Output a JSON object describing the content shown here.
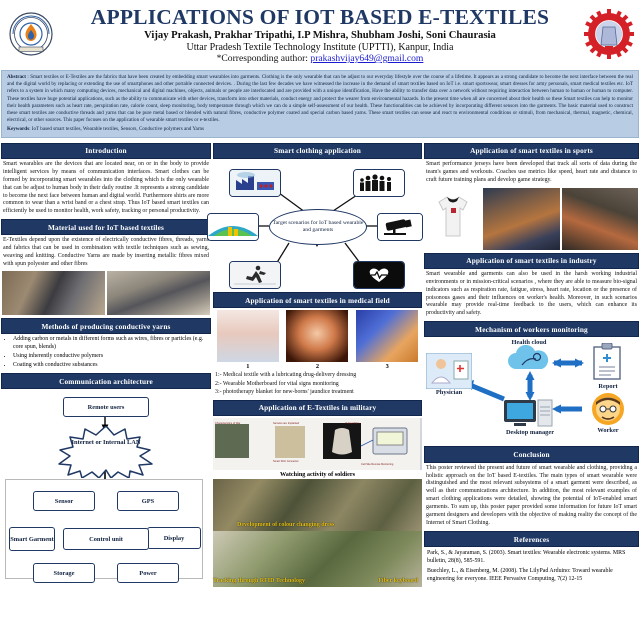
{
  "header": {
    "title": "APPLICATIONS OF IOT BASED E-TEXTILES",
    "authors": "Vijay Prakash, Prakhar Tripathi, I.P Mishra, Shubham Joshi, Soni Chaurasia",
    "affiliation": "Uttar Pradesh Textile Technology Institute (UPTTI), Kanpur, India",
    "corresponding_prefix": "*Corresponding author:",
    "corresponding_email": "prakashvijay649@gmail.com",
    "logo_left_name": "upti-flame-emblem-logo",
    "logo_right_name": "textile-gear-emblem-logo"
  },
  "abstract": {
    "label": "Abstract",
    "separator": " : ",
    "text": "Smart textiles or E-Textiles are the fabrics that have been created by embedding smart wearables into garments. Clothing is the only wearable that can be adjust to our everyday lifestyle over the course of a lifetime. It appears as a strong candidate to become the next interface between the real and the digital world by replacing or extending the use of smartphones and other portable connected devices. . During the last few decades we have witnessed the increase in the demand of smart textiles based on IoT i.e. smart sportswear, smart dresses for army personals, smart medical textiles etc. IoT refers to a system in which many computing devices, mechanical and digital machines, objects, animals or people are interlocated and are provided with a unique identification, Have the ability to transfer data over a network without requiring interaction between human to human or human to computer. These textiles have huge potential applications, such as the ability to communicate with other devices, transform into other materials, conduct energy and protect the wearer from environmental hazards. In the present time when all are concerned about their health so these Smart textiles can help to monitor their health parameters such as heart rate, perspiration rate, calorie count, sleep monitoring, body temperature through which we can do a simple self-assessment of our health. These functionalities can be achieved by incorporating different sensors into the garments. The basic material used to construct these smart textiles are conductive threads and yarns that can be pure metal based or blended with natural fibres, conductive polymer coated and special carbon based yarns. These smart textiles can sense and react to environmental conditions or stimuli, from mechanical, thermal, magnetic, chemical, electrical, or other sources. This paper focuses on the application of wearable smart textiles or e-textiles.",
    "keywords_label": "Keywords",
    "keywords": ": IoT based smart textiles, Wearable textiles, Sensors, Conductive polymers and Yarns"
  },
  "left_column": {
    "introduction": {
      "heading": "Introduction",
      "text": "Smart wearables are the devices that are located near, on or in the body to provide intelligent services by means of communication interfaces. Smart clothes can be formed by incorporating smart wearables into the clothing which is the only wearable that can be adjust to human body in their daily routine .It represents a strong candidate to become the next face between human and digital world. Furthermore shirts are more common to wear than a wrist band or a chest strap. Thus IoT based smart textiles can efficiently be used to monitor health, work safety, tracking or personal productivity."
    },
    "material": {
      "heading": "Material used  for IoT based textiles",
      "text": "E-Textiles depend upon the existence of electrically conductive fibres, threads, yarns and fabrics that can be used in combination with textile techniques such as sewing, weaving and knitting. Conductive Yarns are made by inserting  metallic fibres mixed with spun polyester and other fibres",
      "image1_name": "conductive-yarn-photo-1",
      "image2_name": "conductive-yarn-photo-2"
    },
    "methods": {
      "heading": "Methods of producing conductive yarns",
      "bullets": [
        "Adding carbon or metals in different forms such as wires, fibres or particles (e.g. core spun, blends)",
        "Using inherently conductive polymers",
        "Coating with conductive substances"
      ]
    },
    "architecture": {
      "heading": "Communication architecture",
      "remote_users": "Remote users",
      "network": "Internet or Internal LAN",
      "control_unit": "Control unit",
      "nodes": [
        "Sensor",
        "GPS",
        "Smart Garment",
        "Display",
        "Storage",
        "Power"
      ]
    }
  },
  "middle_column": {
    "smart_clothing": {
      "heading": "Smart clothing application",
      "center_label": "Target scenarios for IoT based wearable and garments",
      "icons": [
        {
          "name": "smart-factory-icon"
        },
        {
          "name": "crowd-people-icon"
        },
        {
          "name": "smart-city-icon"
        },
        {
          "name": "security-camera-icon"
        },
        {
          "name": "runner-sports-icon"
        },
        {
          "name": "heartbeat-health-icon"
        }
      ]
    },
    "medical": {
      "heading": "Application of smart textiles in medical field",
      "image_numbers": [
        "1",
        "2",
        "3"
      ],
      "legend": [
        "1:- Medical textile with a lubricating drug-delivery dressing",
        "2:- Wearable Motherboard for vital signs monitoring",
        "3:- phototherapy blanket for new-borns' jaundice treatment"
      ]
    },
    "military": {
      "heading": "Application of E-Textiles in military",
      "caption_soldiers": "Watching activity of soldiers",
      "caption_colour": "Development of colour changing dress",
      "caption_rfid": "Tracking through RFID Technology",
      "caption_keyboard": "Fiber keyboard"
    }
  },
  "right_column": {
    "sports": {
      "heading": "Application of smart textiles in sports",
      "text": "Smart performance jerseys have been developed that track all sorts of data during the team's games and workouts. Coaches use metrics like speed, heart rate and distance to craft future training plans and develop game strategy.",
      "image1_name": "smart-jersey-photo",
      "image2_name": "basketball-game-photo",
      "image3_name": "sprint-athletes-photo"
    },
    "industry": {
      "heading": "Application of smart textiles in industry",
      "text": "Smart wearable and garments can also be used in the harsh working industrial environments or in mission-critical scenarios , where they are able to measure bio-signal indicators such as respiration rate, fatigue, stress, heart rate, location or the presence of poisonous gases and their influences on worker's health. Moreover, in such scenarios wearable may provide real-time feedback to the users, which can enhance its productivity and safety."
    },
    "monitoring": {
      "heading": "Mechanism of workers monitoring",
      "nodes": [
        "Health cloud",
        "Report",
        "Physician",
        "Desktop manager",
        "Worker"
      ]
    },
    "conclusion": {
      "heading": "Conclusion",
      "text": "This poster reviewed the present and future of smart wearable and clothing, providing a holistic approach on the IoT based E-textiles. The main types of smart wearable were distinguished and the most relevant subsystems of a smart garment were described, as well as their communications architecture. In addition, the most relevant examples of smart clothing applications were detailed, showing the potential of IoT-enabled smart garments. To sum up, this poster paper provided some information for future IoT smart garment designers and developers with the objective of making reality the concept of the Internet of Smart Clothing."
    },
    "references": {
      "heading": "References",
      "items": [
        "Park, S., & Jayaraman, S. (2003). Smart textiles: Wearable electronic systems. MRS bulletin, 28(8), 585-591.",
        "Buechley, L., & Eisenberg, M. (2008). The LilyPad Arduino: Toward wearable engineering for everyone. IEEE Pervasive Computing, 7(2) 12-15"
      ]
    }
  },
  "colors": {
    "title_blue": "#1f3864",
    "bar_blue": "#1f3864",
    "abstract_bg": "#b8cce4",
    "link_blue": "#1a1ad0"
  }
}
